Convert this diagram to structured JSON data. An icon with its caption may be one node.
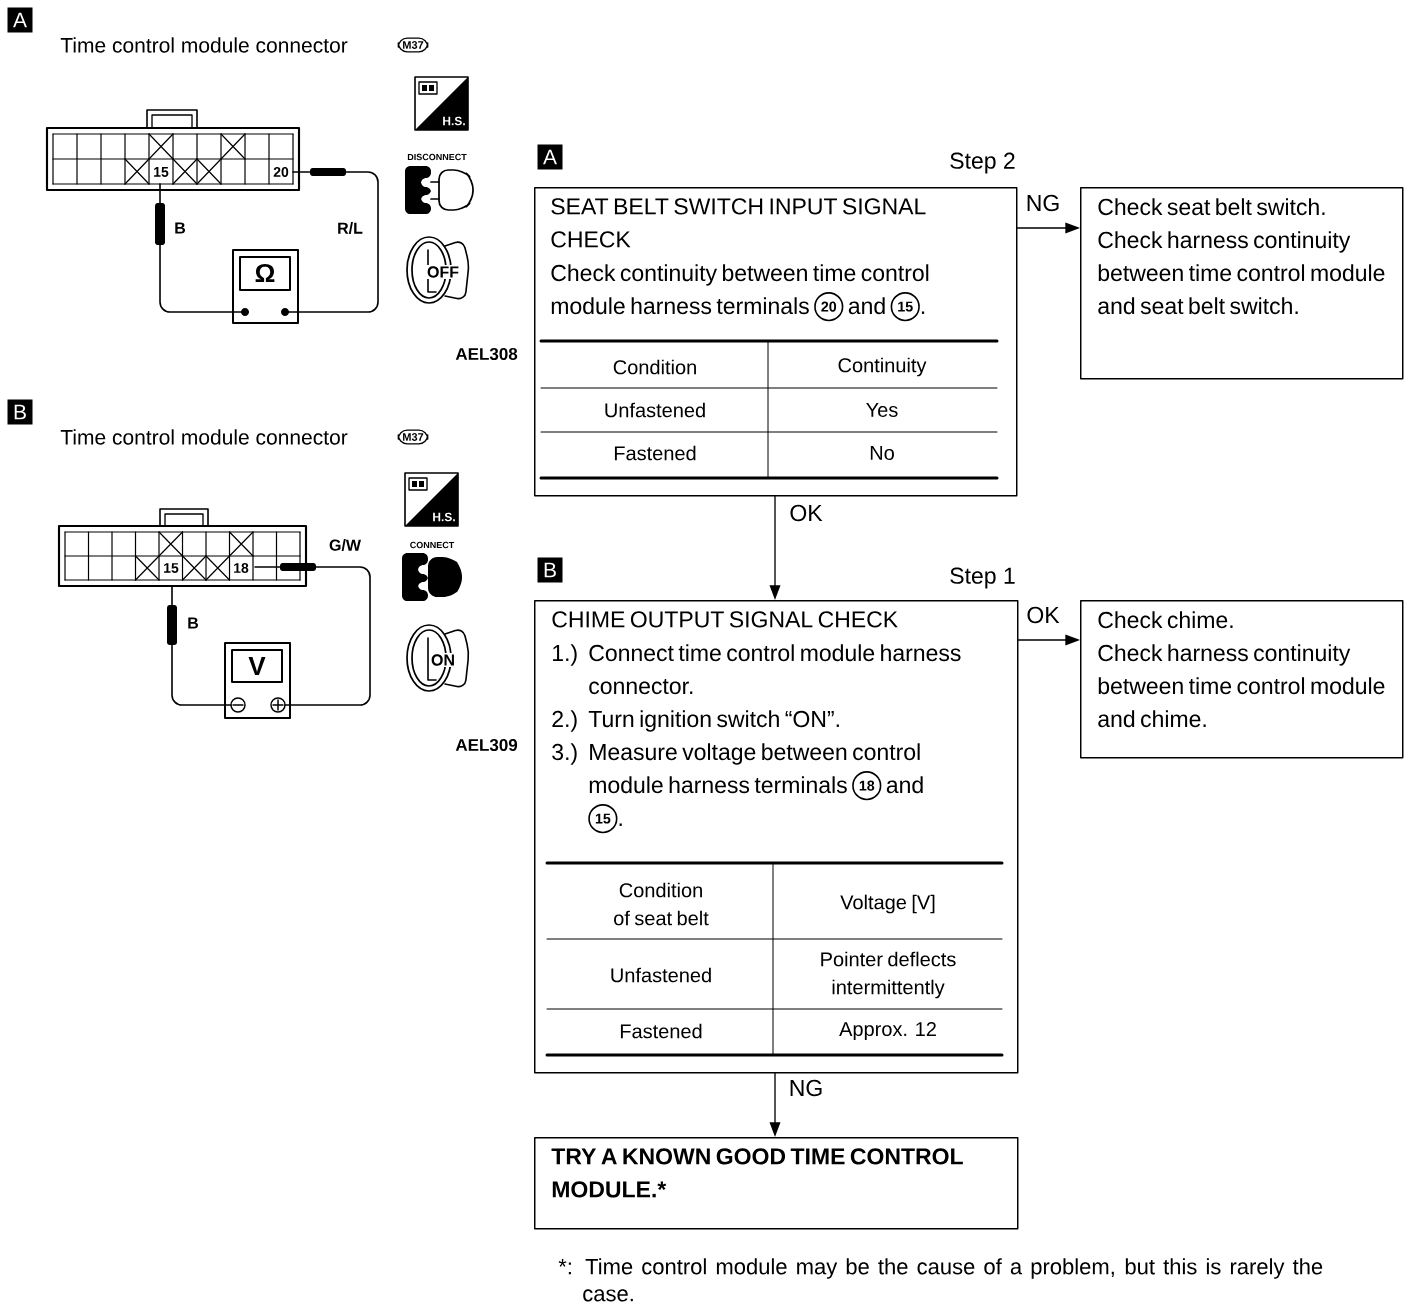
{
  "diagram": {
    "nodes": [
      {
        "text": [
          "SEAT BELT SWITCH INPUT SIGNAL CHECK",
          "Check continuity between time control module harness terminals 20 and 15.",
          "Condition",
          "Continuity",
          "Unfastened",
          "Yes",
          "Fastened",
          "No"
        ],
        "beside": [
          "Step 2"
        ]
      },
      {
        "text": [
          "Check seat belt switch.",
          "Check harness continuity between time control module and seat belt switch."
        ]
      },
      {
        "text": [
          "CHIME OUTPUT SIGNAL CHECK",
          "1.)",
          "Connect time control module harness connector.",
          "2.)",
          "Turn ignition switch “ON”.",
          "3.)",
          "Measure voltage between control module harness terminals 18 and 15.",
          "Condition of seat belt",
          "Voltage [V]",
          "Unfastened",
          "Pointer deflects intermittently",
          "Fastened",
          "Approx. 12"
        ],
        "beside": [
          "Step 1"
        ]
      },
      {
        "text": [
          "Check chime.",
          "Check harness continuity between time control module and chime."
        ]
      },
      {
        "text": [
          "TRY A KNOWN GOOD TIME CONTROL MODULE.*"
        ]
      }
    ],
    "edges": [
      {
        "from": 0,
        "to": 1,
        "arrow": "to",
        "label": "NG"
      },
      {
        "from": 0,
        "to": 2,
        "arrow": "to",
        "label": "OK"
      },
      {
        "from": 2,
        "to": 3,
        "arrow": "to",
        "label": "OK"
      },
      {
        "from": 2,
        "to": 4,
        "arrow": "to",
        "label": "NG"
      }
    ],
    "labels": [
      "A",
      "Time control module connector",
      "M37",
      "H.S.",
      "DISCONNECT",
      "OFF",
      "15",
      "20",
      "B",
      "R/L",
      "Ω",
      "AEL308",
      "A",
      "B",
      "Time control module connector",
      "M37",
      "H.S.",
      "CONNECT",
      "ON",
      "G/W",
      "15",
      "18",
      "B",
      "V",
      "AEL309",
      "B",
      "*: Time control module may be the cause of a problem, but this is rarely the case."
    ]
  }
}
